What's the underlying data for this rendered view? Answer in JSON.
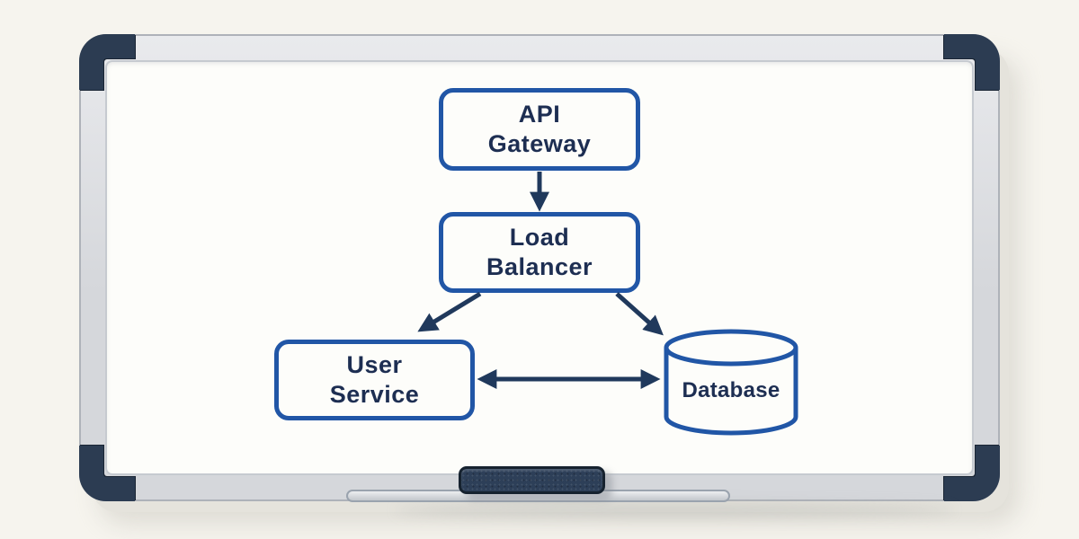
{
  "diagram": {
    "nodes": [
      {
        "id": "api-gateway",
        "label": "API Gateway",
        "line1": "API",
        "line2": "Gateway",
        "shape": "rounded-rectangle"
      },
      {
        "id": "load-balancer",
        "label": "Load Balancer",
        "line1": "Load",
        "line2": "Balancer",
        "shape": "rounded-rectangle"
      },
      {
        "id": "user-service",
        "label": "User Service",
        "line1": "User",
        "line2": "Service",
        "shape": "rounded-rectangle"
      },
      {
        "id": "database",
        "label": "Database",
        "line1": "Database",
        "shape": "cylinder"
      }
    ],
    "edges": [
      {
        "from": "api-gateway",
        "to": "load-balancer",
        "style": "arrow"
      },
      {
        "from": "load-balancer",
        "to": "user-service",
        "style": "arrow"
      },
      {
        "from": "load-balancer",
        "to": "database",
        "style": "arrow"
      },
      {
        "from": "user-service",
        "to": "database",
        "style": "bidirectional-arrow"
      }
    ],
    "colors": {
      "node_border": "#2156a6",
      "node_text": "#1d2e52",
      "arrow": "#20395c",
      "board_surface": "#fdfdfa",
      "background": "#f6f4ee",
      "corner_cap": "#2c3c52",
      "eraser": "#2d3f58",
      "tray_fill": "#dcdee2"
    }
  },
  "board": {
    "parts": [
      "frame",
      "corner-caps",
      "marker-tray",
      "eraser"
    ]
  }
}
